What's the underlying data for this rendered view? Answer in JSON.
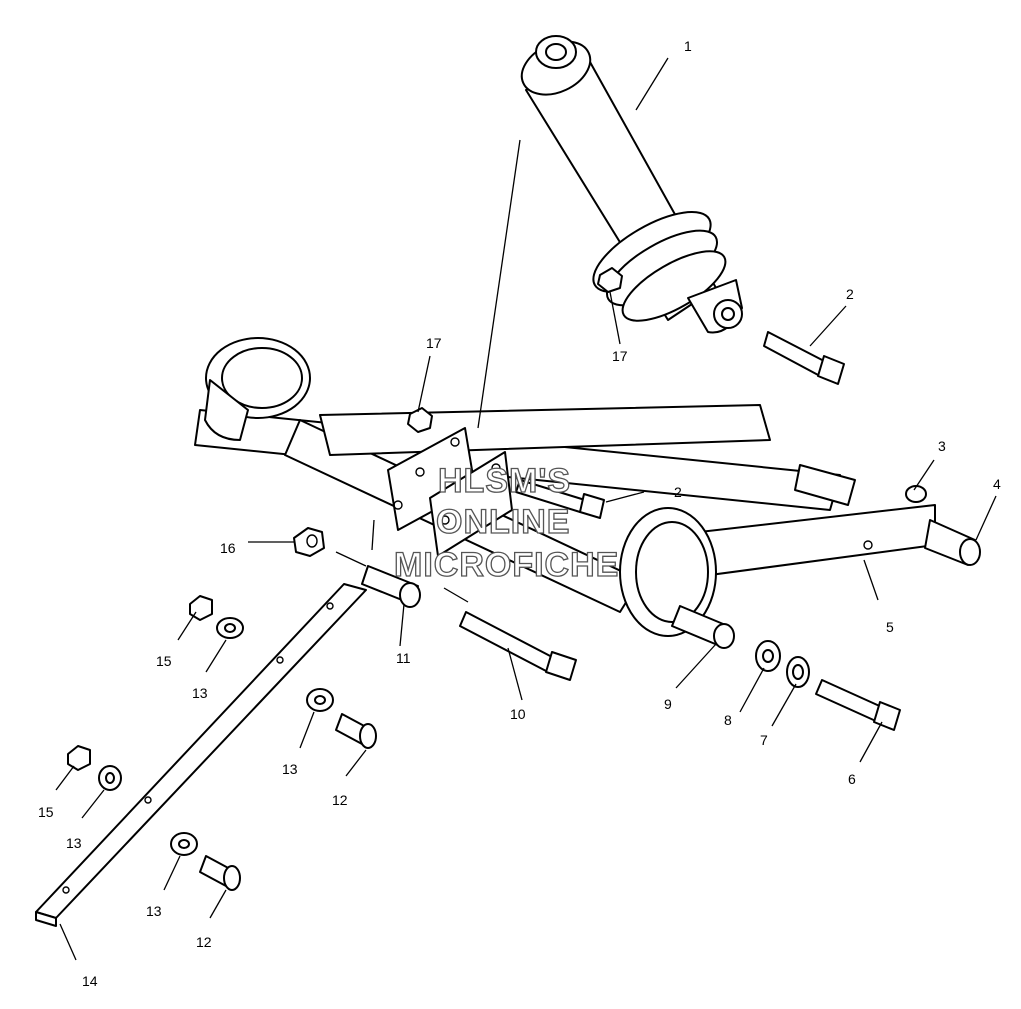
{
  "diagram": {
    "type": "exploded-parts-diagram",
    "background": "#ffffff",
    "line_color": "#000000",
    "watermark": {
      "lines": [
        "HLSM'S",
        "ONLINE",
        "MICROFICHE"
      ],
      "color": "#555555"
    },
    "callouts": {
      "c1": "1",
      "c2a": "2",
      "c2b": "2",
      "c3": "3",
      "c4": "4",
      "c5": "5",
      "c6": "6",
      "c7": "7",
      "c8": "8",
      "c9": "9",
      "c10": "10",
      "c11": "11",
      "c12a": "12",
      "c12b": "12",
      "c13a": "13",
      "c13b": "13",
      "c13c": "13",
      "c13d": "13",
      "c14": "14",
      "c15a": "15",
      "c15b": "15",
      "c16": "16",
      "c17a": "17",
      "c17b": "17"
    }
  }
}
